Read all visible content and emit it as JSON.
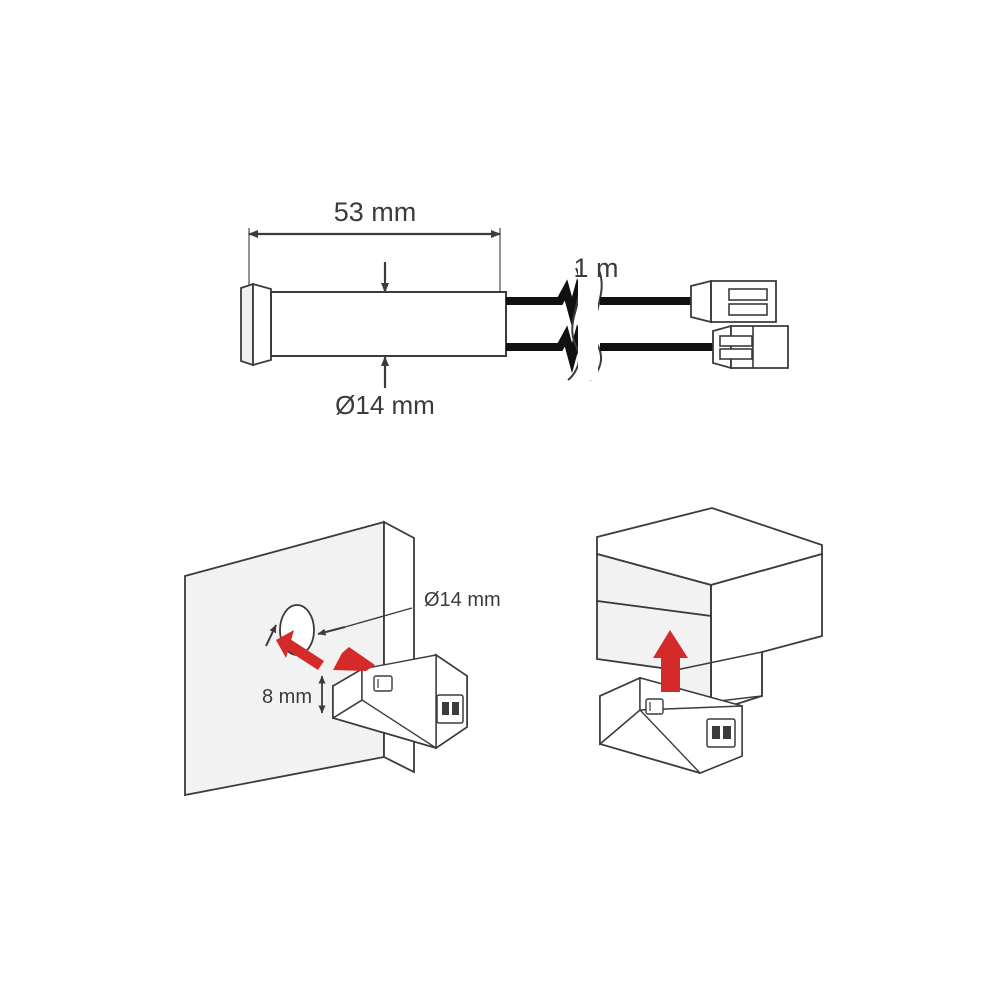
{
  "figure": {
    "title": "Technical installation drawing of a cylindrical sensor with cable and connectors",
    "background_color": "#ffffff",
    "line_color": "#3b3b3b",
    "arrow_color": "#d42a2a",
    "panel_fill": "#ffffff",
    "shade_fill": "#f0f0f0"
  },
  "top_view": {
    "name": "sensor-dimension-view",
    "labels": {
      "length": "53 mm",
      "diameter": "Ø14 mm",
      "cable_length": "1 m"
    }
  },
  "bottom_left_view": {
    "name": "wall-mount-view",
    "labels": {
      "hole_diameter": "Ø14 mm",
      "panel_thickness": "8 mm"
    }
  },
  "bottom_right_view": {
    "name": "under-cabinet-mount-view",
    "labels": {}
  }
}
